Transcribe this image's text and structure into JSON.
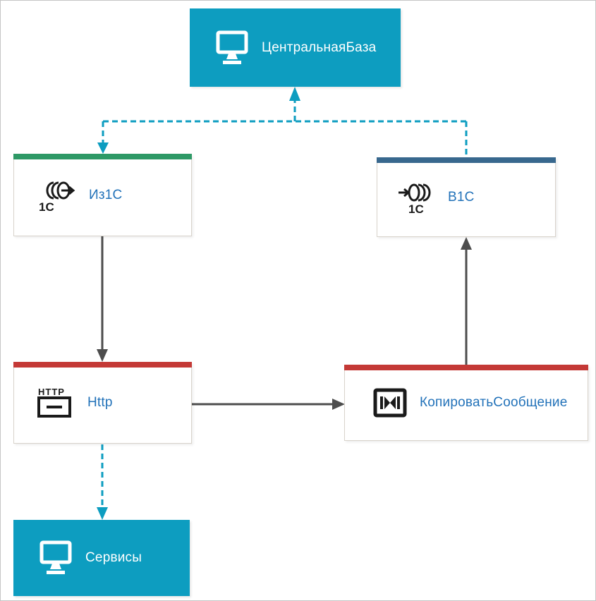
{
  "page": {
    "background": "#FFFFFF",
    "border_color": "#C6C6C6"
  },
  "colors": {
    "teal_fill": "#0D9DC0",
    "connector_teal": "#0D9DC0",
    "connector_gray": "#4D4D4D",
    "green_accent": "#2E9966",
    "steel_blue_accent": "#38688E",
    "red_accent": "#C43936",
    "node_border": "#D8D3CB",
    "label_blue": "#2272B9",
    "label_white": "#FFFFFF",
    "icon_black": "#1A1A1A"
  },
  "diagram": {
    "nodes": {
      "central_base": {
        "label": "ЦентральнаяБаза",
        "icon": "monitor-icon",
        "variant": "filled"
      },
      "iz1c": {
        "label": "Из1С",
        "icon": "1c-export-icon",
        "variant": "outlined",
        "accent": "#2E9966"
      },
      "v1c": {
        "label": "В1С",
        "icon": "1c-import-icon",
        "variant": "outlined",
        "accent": "#38688E"
      },
      "http": {
        "label": "Http",
        "icon": "http-icon",
        "variant": "outlined",
        "accent": "#C43936"
      },
      "copy_message": {
        "label": "КопироватьСообщение",
        "icon": "copy-message-icon",
        "variant": "outlined",
        "accent": "#C43936"
      },
      "services": {
        "label": "Сервисы",
        "icon": "monitor-icon",
        "variant": "filled"
      }
    },
    "edges": [
      {
        "from": "junction-below-central",
        "to": "central_base",
        "style": "dashed",
        "color": "#0D9DC0",
        "arrowhead": "up"
      },
      {
        "from": "junction-below-central",
        "to": "iz1c",
        "style": "dashed",
        "color": "#0D9DC0",
        "arrowhead": "down"
      },
      {
        "from": "junction-below-central",
        "to": "v1c",
        "style": "dashed",
        "color": "#0D9DC0",
        "arrowhead": "none"
      },
      {
        "from": "iz1c",
        "to": "http",
        "style": "solid",
        "color": "#4D4D4D",
        "arrowhead": "down"
      },
      {
        "from": "http",
        "to": "copy_message",
        "style": "solid",
        "color": "#4D4D4D",
        "arrowhead": "right"
      },
      {
        "from": "copy_message",
        "to": "v1c",
        "style": "solid",
        "color": "#4D4D4D",
        "arrowhead": "up"
      },
      {
        "from": "http",
        "to": "services",
        "style": "dashed",
        "color": "#0D9DC0",
        "arrowhead": "down"
      }
    ]
  }
}
